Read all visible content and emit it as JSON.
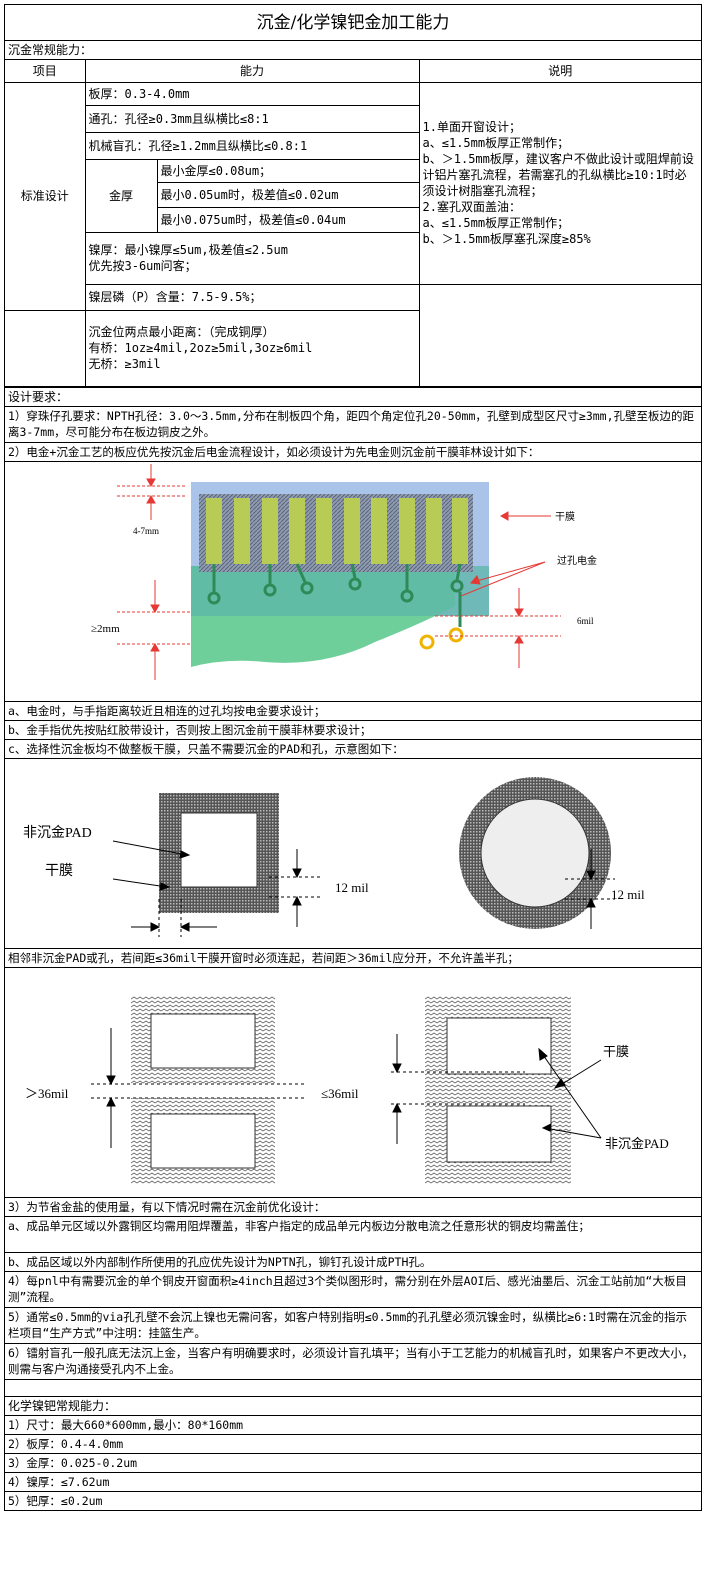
{
  "title": "沉金/化学镍钯金加工能力",
  "section1_header": "沉金常规能力：",
  "table": {
    "col_item": "项目",
    "col_capability": "能力",
    "col_note": "说明",
    "row_group": "标准设计",
    "board_thickness": "板厚：0.3-4.0mm",
    "through_hole": "通孔：孔径≥0.3mm且纵横比≤8:1",
    "blind_hole": "机械盲孔：孔径≥1.2mm且纵横比≤0.8:1",
    "gold_label": "金厚",
    "gold_1": "最小金厚≤0.08um；",
    "gold_2": "最小0.05um时，极差值≤0.02um",
    "gold_3": "最小0.075um时，极差值≤0.04um",
    "nickel_1": "镍厚：最小镍厚≤5um,极差值≤2.5um",
    "nickel_2": "优先按3-6um问客；",
    "phosphorus": "镍层磷（P）含量：7.5-9.5%；",
    "distance_1": "沉金位两点最小距离：（完成铜厚）",
    "distance_2": "有桥：1oz≥4mil,2oz≥5mil,3oz≥6mil",
    "distance_3": "无桥：≥3mil",
    "note_1": "1.单面开窗设计；",
    "note_2": "a、≤1.5mm板厚正常制作；",
    "note_3": "b、＞1.5mm板厚，建议客户不做此设计或阻焊前设计铝片塞孔流程，若需塞孔的孔纵横比≥10:1时必须设计树脂塞孔流程；",
    "note_4": "2.塞孔双面盖油：",
    "note_5": "a、≤1.5mm板厚正常制作；",
    "note_6": "b、＞1.5mm板厚塞孔深度≥85%"
  },
  "design": {
    "header": "设计要求：",
    "item1": "1）穿珠仔孔要求：NPTH孔径：3.0～3.5mm,分布在制板四个角，距四个角定位孔20-50mm，孔壁到成型区尺寸≥3mm,孔壁至板边的距离3-7mm，尽可能分布在板边铜皮之外。",
    "item2": "2）电金+沉金工艺的板应优先按沉金后电金流程设计，如必须设计为先电金则沉金前干膜菲林设计如下：",
    "fig1": {
      "dim_left": "4-7mm",
      "dim_lower": "≥2mm",
      "label_film": "干膜",
      "label_via": "过孔电金",
      "dim_right": "6mil"
    },
    "note_a": "a、电金时，与手指距离较近且相连的过孔均按电金要求设计；",
    "note_b": "b、金手指优先按贴红胶带设计，否则按上图沉金前干膜菲林要求设计；",
    "note_c": "c、选择性沉金板均不做整板干膜，只盖不需要沉金的PAD和孔，示意图如下：",
    "fig2": {
      "label_pad": "非沉金PAD",
      "label_film": "干膜",
      "dim_1": "12 mil",
      "dim_2": "12 mil"
    },
    "adjacent": "相邻非沉金PAD或孔，若间距≤36mil干膜开窗时必须连起，若间距＞36mil应分开，不允许盖半孔；",
    "fig3": {
      "dim_left": "＞36mil",
      "dim_mid": "≤36mil",
      "label_film": "干膜",
      "label_pad": "非沉金PAD"
    },
    "item3": "3）为节省金盐的使用量，有以下情况时需在沉金前优化设计：",
    "item3a": "a、成品单元区域以外露铜区均需用阻焊覆盖，非客户指定的成品单元内板边分散电流之任意形状的铜皮均需盖住；",
    "item3b": "b、成品区域以外内部制作所使用的孔应优先设计为NPTN孔，铆钉孔设计成PTH孔。",
    "item4": "4）每pnl中有需要沉金的单个铜皮开窗面积≥4inch且超过3个类似图形时，需分别在外层AOI后、感光油墨后、沉金工站前加“大板目测”流程。",
    "item5": "5）通常≤0.5mm的via孔孔壁不会沉上镍也无需问客，如客户特别指明≤0.5mm的孔孔壁必须沉镍金时，纵横比≥6:1时需在沉金的指示栏项目“生产方式”中注明：挂篮生产。",
    "item6": "6）镭射盲孔一般孔底无法沉上金，当客户有明确要求时，必须设计盲孔填平；当有小于工艺能力的机械盲孔时，如果客户不更改大小，则需与客户沟通接受孔内不上金。"
  },
  "enepig": {
    "header": "化学镍钯常规能力：",
    "size": "1）尺寸：最大660*600mm,最小：80*160mm",
    "thickness": "2）板厚：0.4-4.0mm",
    "gold": "3）金厚：0.025-0.2um",
    "nickel": "4）镍厚：≤7.62um",
    "palladium": "5）钯厚：≤0.2um"
  }
}
